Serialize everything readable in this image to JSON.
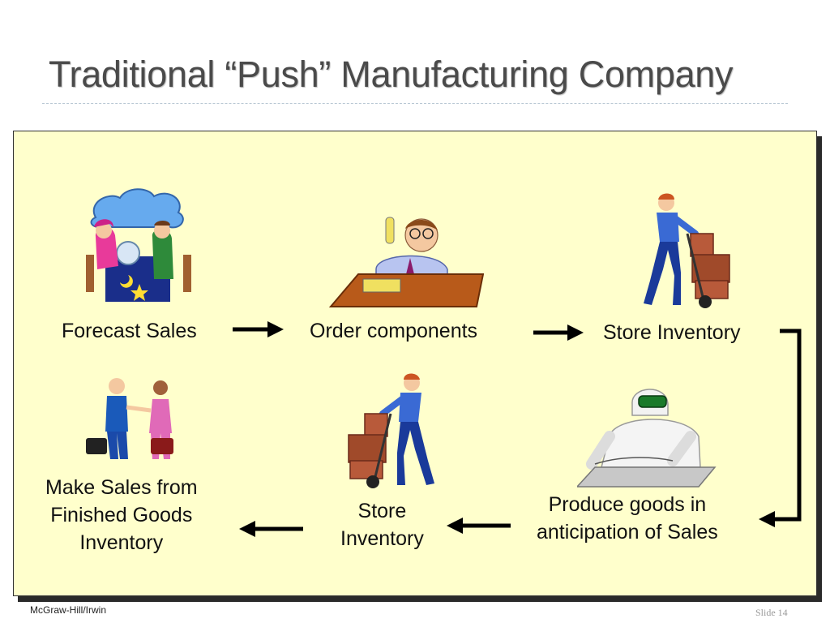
{
  "slide": {
    "title": "Traditional “Push” Manufacturing Company",
    "footer_left": "McGraw-Hill/Irwin",
    "footer_right": "Slide 14"
  },
  "steps": [
    {
      "id": "forecast",
      "label": "Forecast Sales",
      "icon": "fortune-teller-icon"
    },
    {
      "id": "order",
      "label": "Order components",
      "icon": "phone-order-icon"
    },
    {
      "id": "store1",
      "label": "Store Inventory",
      "icon": "hand-truck-worker-icon"
    },
    {
      "id": "produce",
      "label": "Produce goods in anticipation of Sales",
      "lines": [
        "Produce goods in",
        "anticipation of Sales"
      ],
      "icon": "cleanroom-worker-icon"
    },
    {
      "id": "store2",
      "label": "Store Inventory",
      "lines": [
        "Store",
        "Inventory"
      ],
      "icon": "hand-truck-worker-icon"
    },
    {
      "id": "sales",
      "label": "Make Sales from Finished Goods Inventory",
      "lines": [
        "Make Sales from",
        "Finished Goods",
        "Inventory"
      ],
      "icon": "handshake-icon"
    }
  ],
  "colors": {
    "panel_bg": "#ffffcc",
    "arrow": "#000000",
    "title": "#4a4a4a"
  }
}
